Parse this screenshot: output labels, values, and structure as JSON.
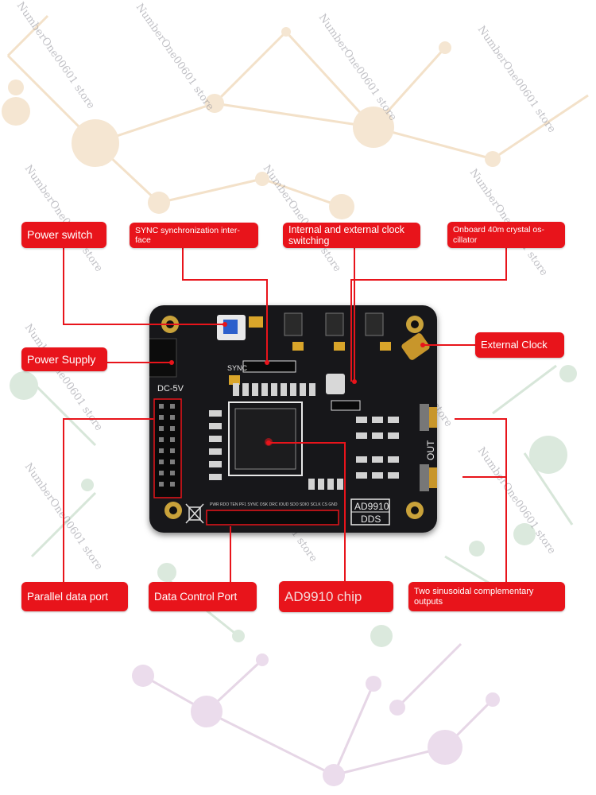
{
  "labels": {
    "power_switch": "Power switch",
    "sync_interface": "SYNC synchronization inter-face",
    "clock_switching": "Internal and external clock switching",
    "crystal_oscillator": "Onboard 40m crystal os-cillator",
    "power_supply": "Power Supply",
    "external_clock": "External Clock",
    "parallel_data_port": "Parallel data port",
    "data_control_port": "Data Control Port",
    "chip": "AD9910 chip",
    "outputs": "Two sinusoidal complementary outputs"
  },
  "board": {
    "dc_label": "DC-5V",
    "sync_silk": "SYNC",
    "out_silk": "OUT",
    "model": "AD9910",
    "model_sub": "DDS",
    "header_silk": "PWR RDO TEN PF1 SYNC OSK DRC IOUD SDO SDIO SCLK CS GND"
  },
  "watermark": "NumberOne00601 store",
  "colors": {
    "label_bg": "#e8141b",
    "leader": "#e8141b",
    "board": "#17171a"
  }
}
